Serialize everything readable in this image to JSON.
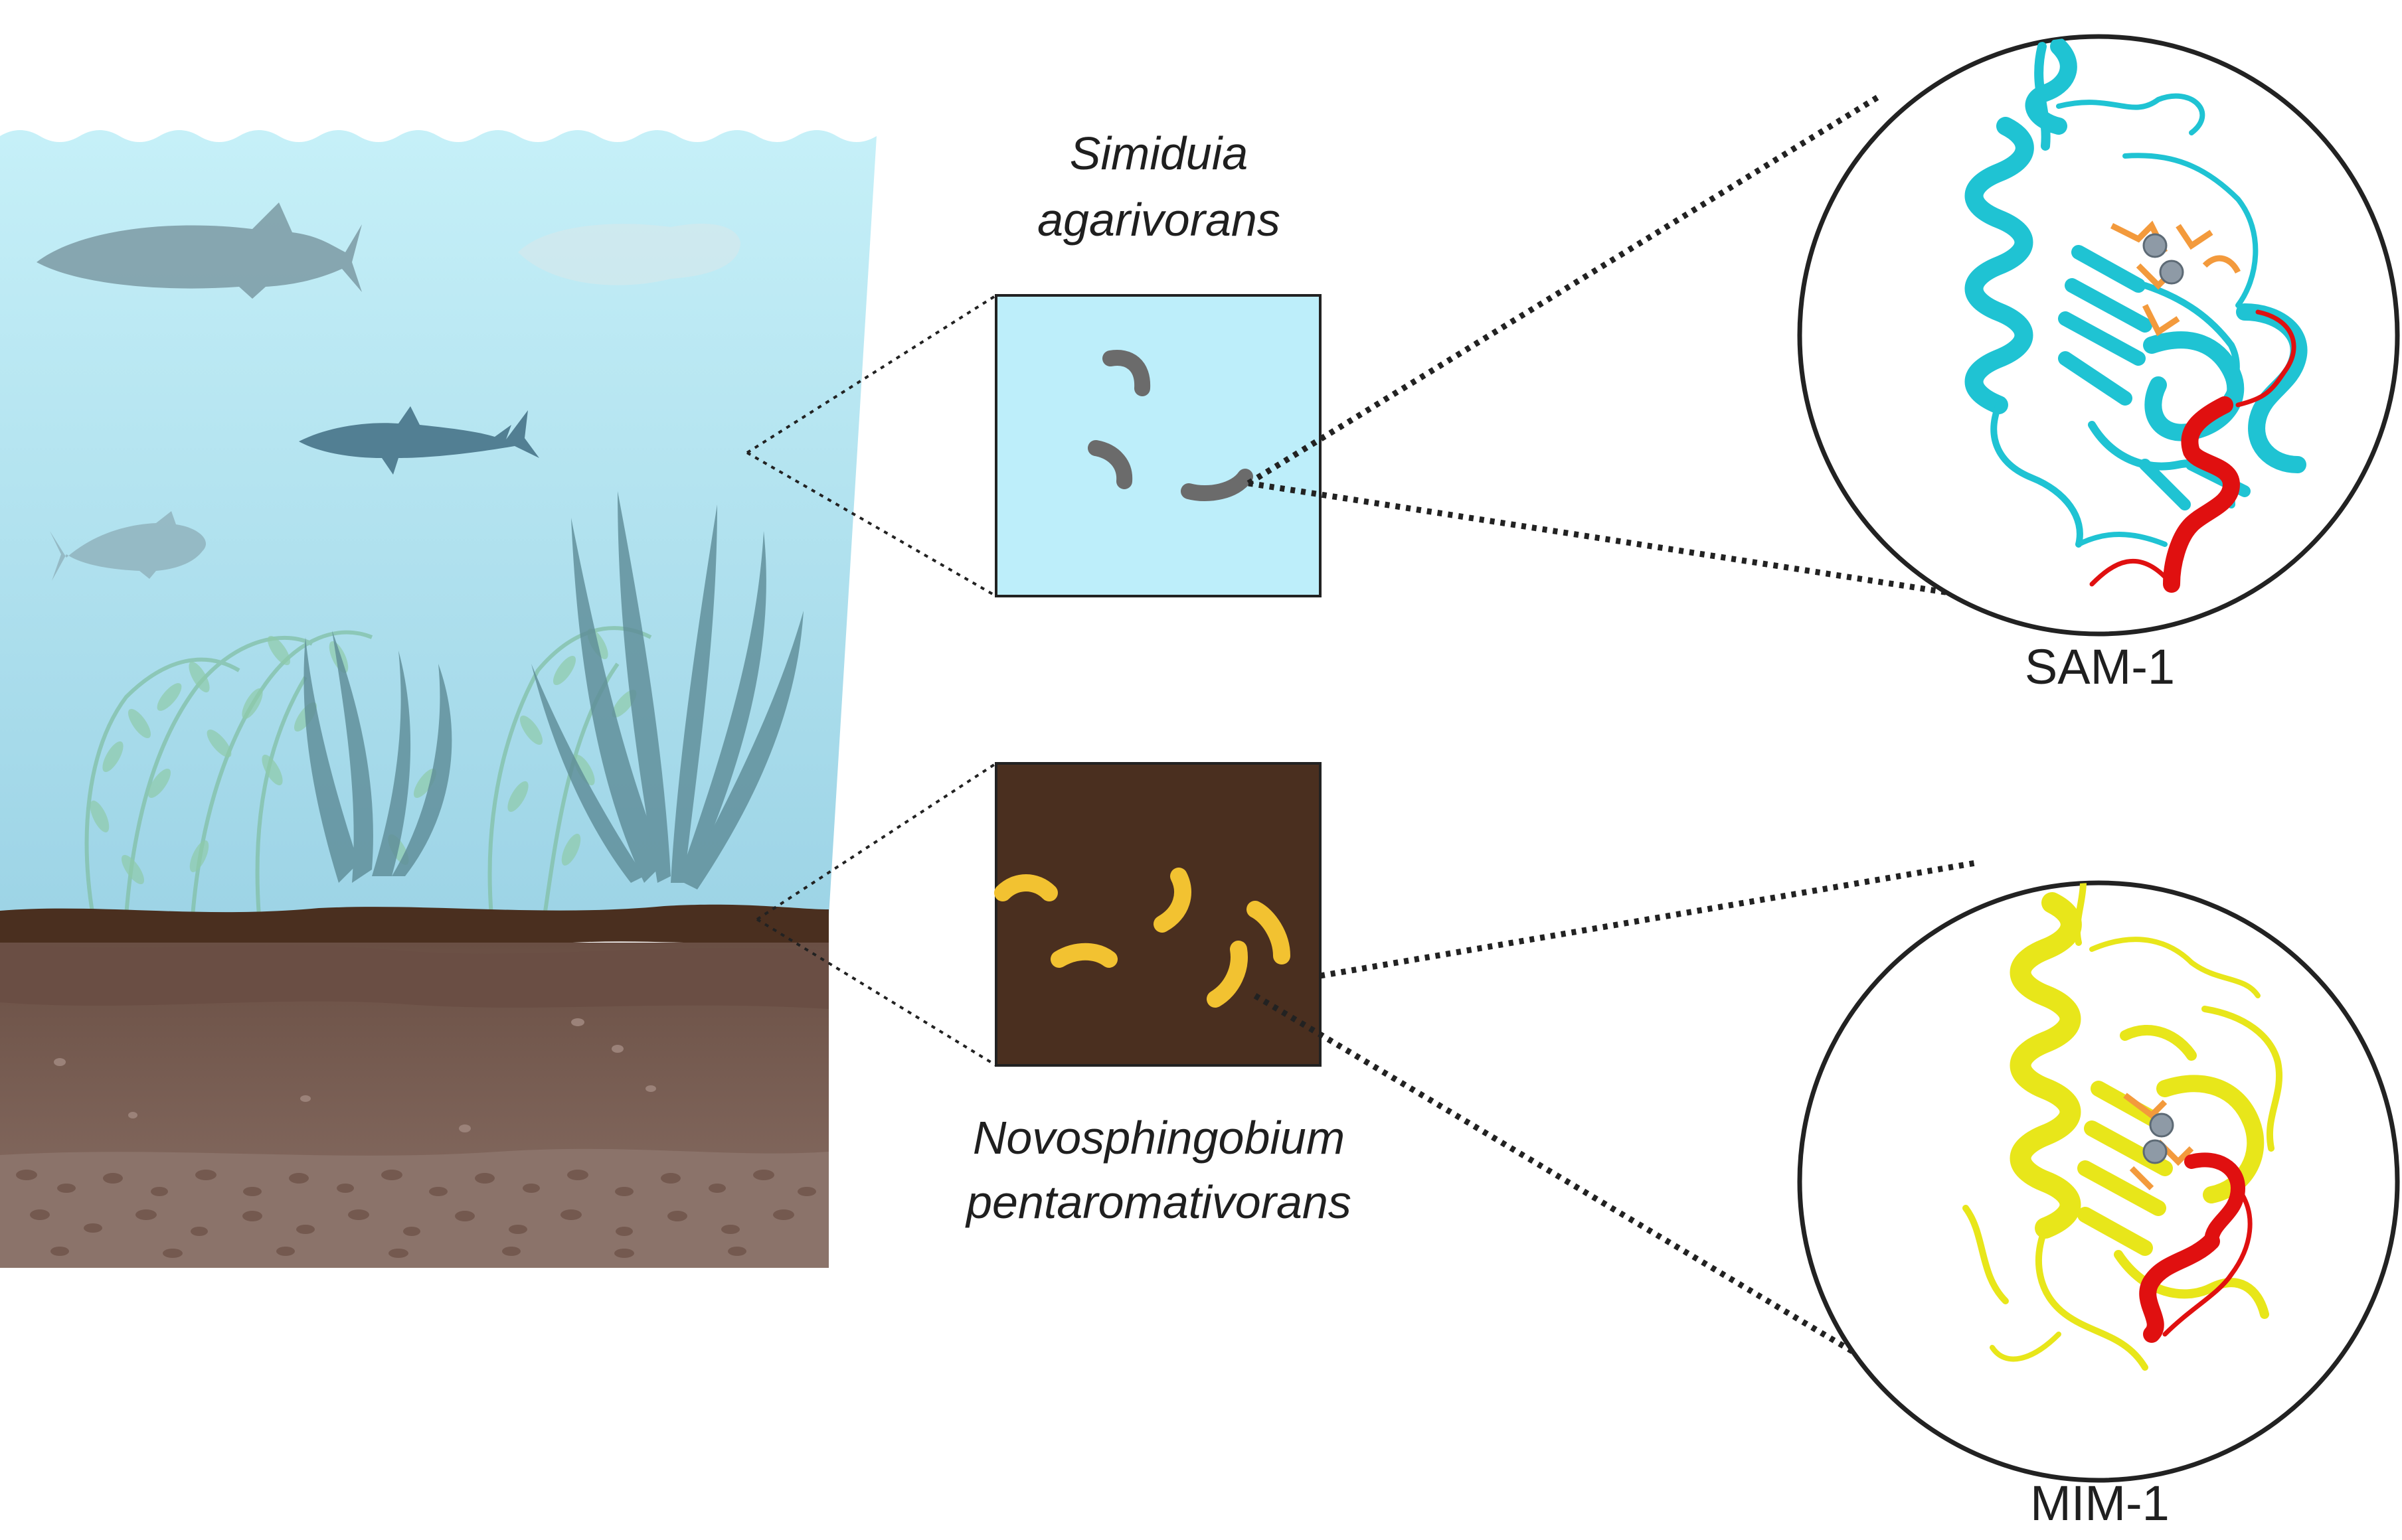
{
  "labels": {
    "organism_top_line1": "Simiduia",
    "organism_top_line2": "agarivorans",
    "organism_bottom_line1": "Novosphingobium",
    "organism_bottom_line2": "pentaromativorans",
    "protein_top": "SAM-1",
    "protein_bottom": "MIM-1"
  },
  "colors": {
    "water_top": "#c3eef7",
    "water_bottom": "#9fd6e8",
    "sediment_top": "#4a2d1c",
    "sediment_bottom": "#7c6156",
    "box_top_fill": "#bdeefa",
    "box_bottom_fill": "#4a2f1f",
    "bacteria_top": "#6b6b6b",
    "bacteria_bottom": "#f2c231",
    "protein_top_main": "#1fc3d3",
    "protein_bottom_main": "#e8e61a",
    "protein_highlight": "#e01010",
    "protein_ligand": "#f39a3c",
    "metal_ion": "#8e9aa6",
    "fish": "#6f8f99",
    "kelp_green": "#7fbfa2",
    "kelp_dark": "#5e8c95"
  },
  "icons": {
    "fish": "fish-silhouette-icon",
    "shark": "shark-silhouette-icon",
    "kelp": "kelp-icon",
    "bacterium": "rod-bacterium-icon",
    "protein": "protein-ribbon-icon"
  }
}
